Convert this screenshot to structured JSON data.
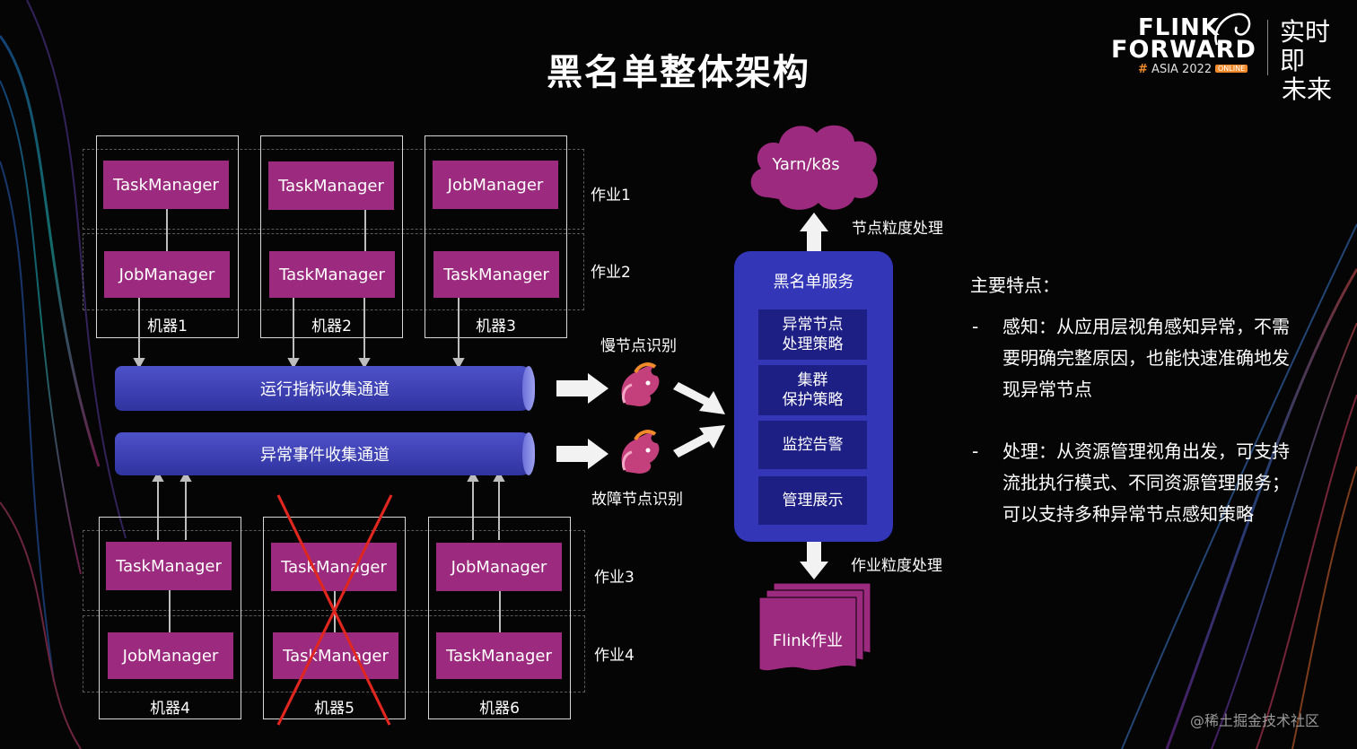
{
  "title": "黑名单整体架构",
  "logo": {
    "line1": "FLINK",
    "line2": "FORWARD",
    "hash": "#",
    "event": "ASIA 2022",
    "badge": "ONLINE",
    "cn_line1": "实时即",
    "cn_line2": "未来"
  },
  "upper_machines": [
    {
      "label": "机器1",
      "job1_box": "TaskManager",
      "job2_box": "JobManager"
    },
    {
      "label": "机器2",
      "job1_box": "TaskManager",
      "job2_box": "TaskManager"
    },
    {
      "label": "机器3",
      "job1_box": "JobManager",
      "job2_box": "TaskManager"
    }
  ],
  "lower_machines": [
    {
      "label": "机器4",
      "job3_box": "TaskManager",
      "job4_box": "JobManager"
    },
    {
      "label": "机器5",
      "job3_box": "TaskManager",
      "job4_box": "TaskManager",
      "failed": true
    },
    {
      "label": "机器6",
      "job3_box": "JobManager",
      "job4_box": "TaskManager"
    }
  ],
  "jobs": {
    "job1": "作业1",
    "job2": "作业2",
    "job3": "作业3",
    "job4": "作业4"
  },
  "pipes": {
    "metrics": "运行指标收集通道",
    "events": "异常事件收集通道"
  },
  "detectors": {
    "slow": "慢节点识别",
    "fault": "故障节点识别"
  },
  "cloud": "Yarn/k8s",
  "node_level": "节点粒度处理",
  "service": {
    "title": "黑名单服务",
    "items": [
      {
        "line1": "异常节点",
        "line2": "处理策略"
      },
      {
        "line1": "集群",
        "line2": "保护策略"
      },
      {
        "line1": "监控告警",
        "line2": ""
      },
      {
        "line1": "管理展示",
        "line2": ""
      }
    ]
  },
  "job_level": "作业粒度处理",
  "flink_job": "Flink作业",
  "features": {
    "heading": "主要特点：",
    "items": [
      {
        "dash": "-",
        "lines": [
          "感知：从应用层视角感知异常，不需",
          "要明确完整原因，也能快速准确地发",
          "现异常节点"
        ]
      },
      {
        "dash": "-",
        "lines": [
          "处理：从资源管理视角出发，可支持",
          "流批执行模式、不同资源管理服务；",
          "可以支持多种异常节点感知策略"
        ]
      }
    ]
  },
  "watermark": "@稀土掘金技术社区",
  "colors": {
    "process_box": "#9c2a7e",
    "pipe": "#3b3fb0",
    "service": "#3436b8",
    "service_item": "#1e1f84",
    "fail_cross": "#e0271f"
  }
}
